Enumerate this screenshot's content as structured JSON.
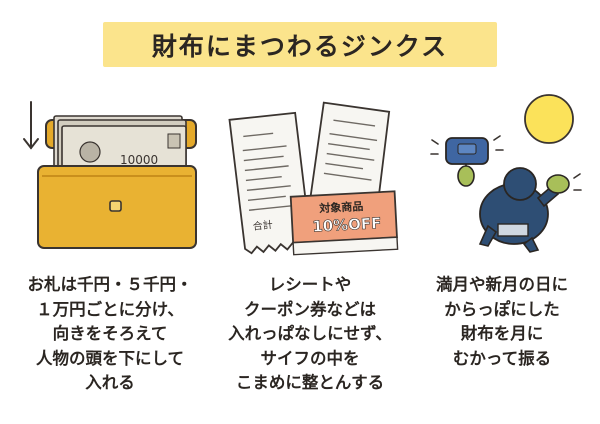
{
  "title": "財布にまつわるジンクス",
  "columns": [
    {
      "illustration_icon": "wallet-with-bills-icon",
      "bill_number": "10000",
      "lines": [
        "お札は千円・５千円・",
        "１万円ごとに分け、",
        "向きをそろえて",
        "人物の頭を下にして",
        "入れる"
      ]
    },
    {
      "illustration_icon": "receipts-coupon-icon",
      "receipt_total_label": "合計",
      "coupon_label": "対象商品",
      "coupon_value": "10%OFF",
      "lines": [
        "レシートや",
        "クーポン券などは",
        "入れっぱなしにせず、",
        "サイフの中を",
        "こまめに整とんする"
      ]
    },
    {
      "illustration_icon": "moon-wallet-shaking-icon",
      "lines": [
        "満月や新月の日に",
        "からっぽにした",
        "財布を月に",
        "むかって振る"
      ]
    }
  ],
  "colors": {
    "title_bg": "#fbe48c",
    "wallet": "#e9b232",
    "moon": "#fbe25a",
    "coupon": "#f0a07c",
    "person": "#2e4e74",
    "text": "#2b2622"
  }
}
